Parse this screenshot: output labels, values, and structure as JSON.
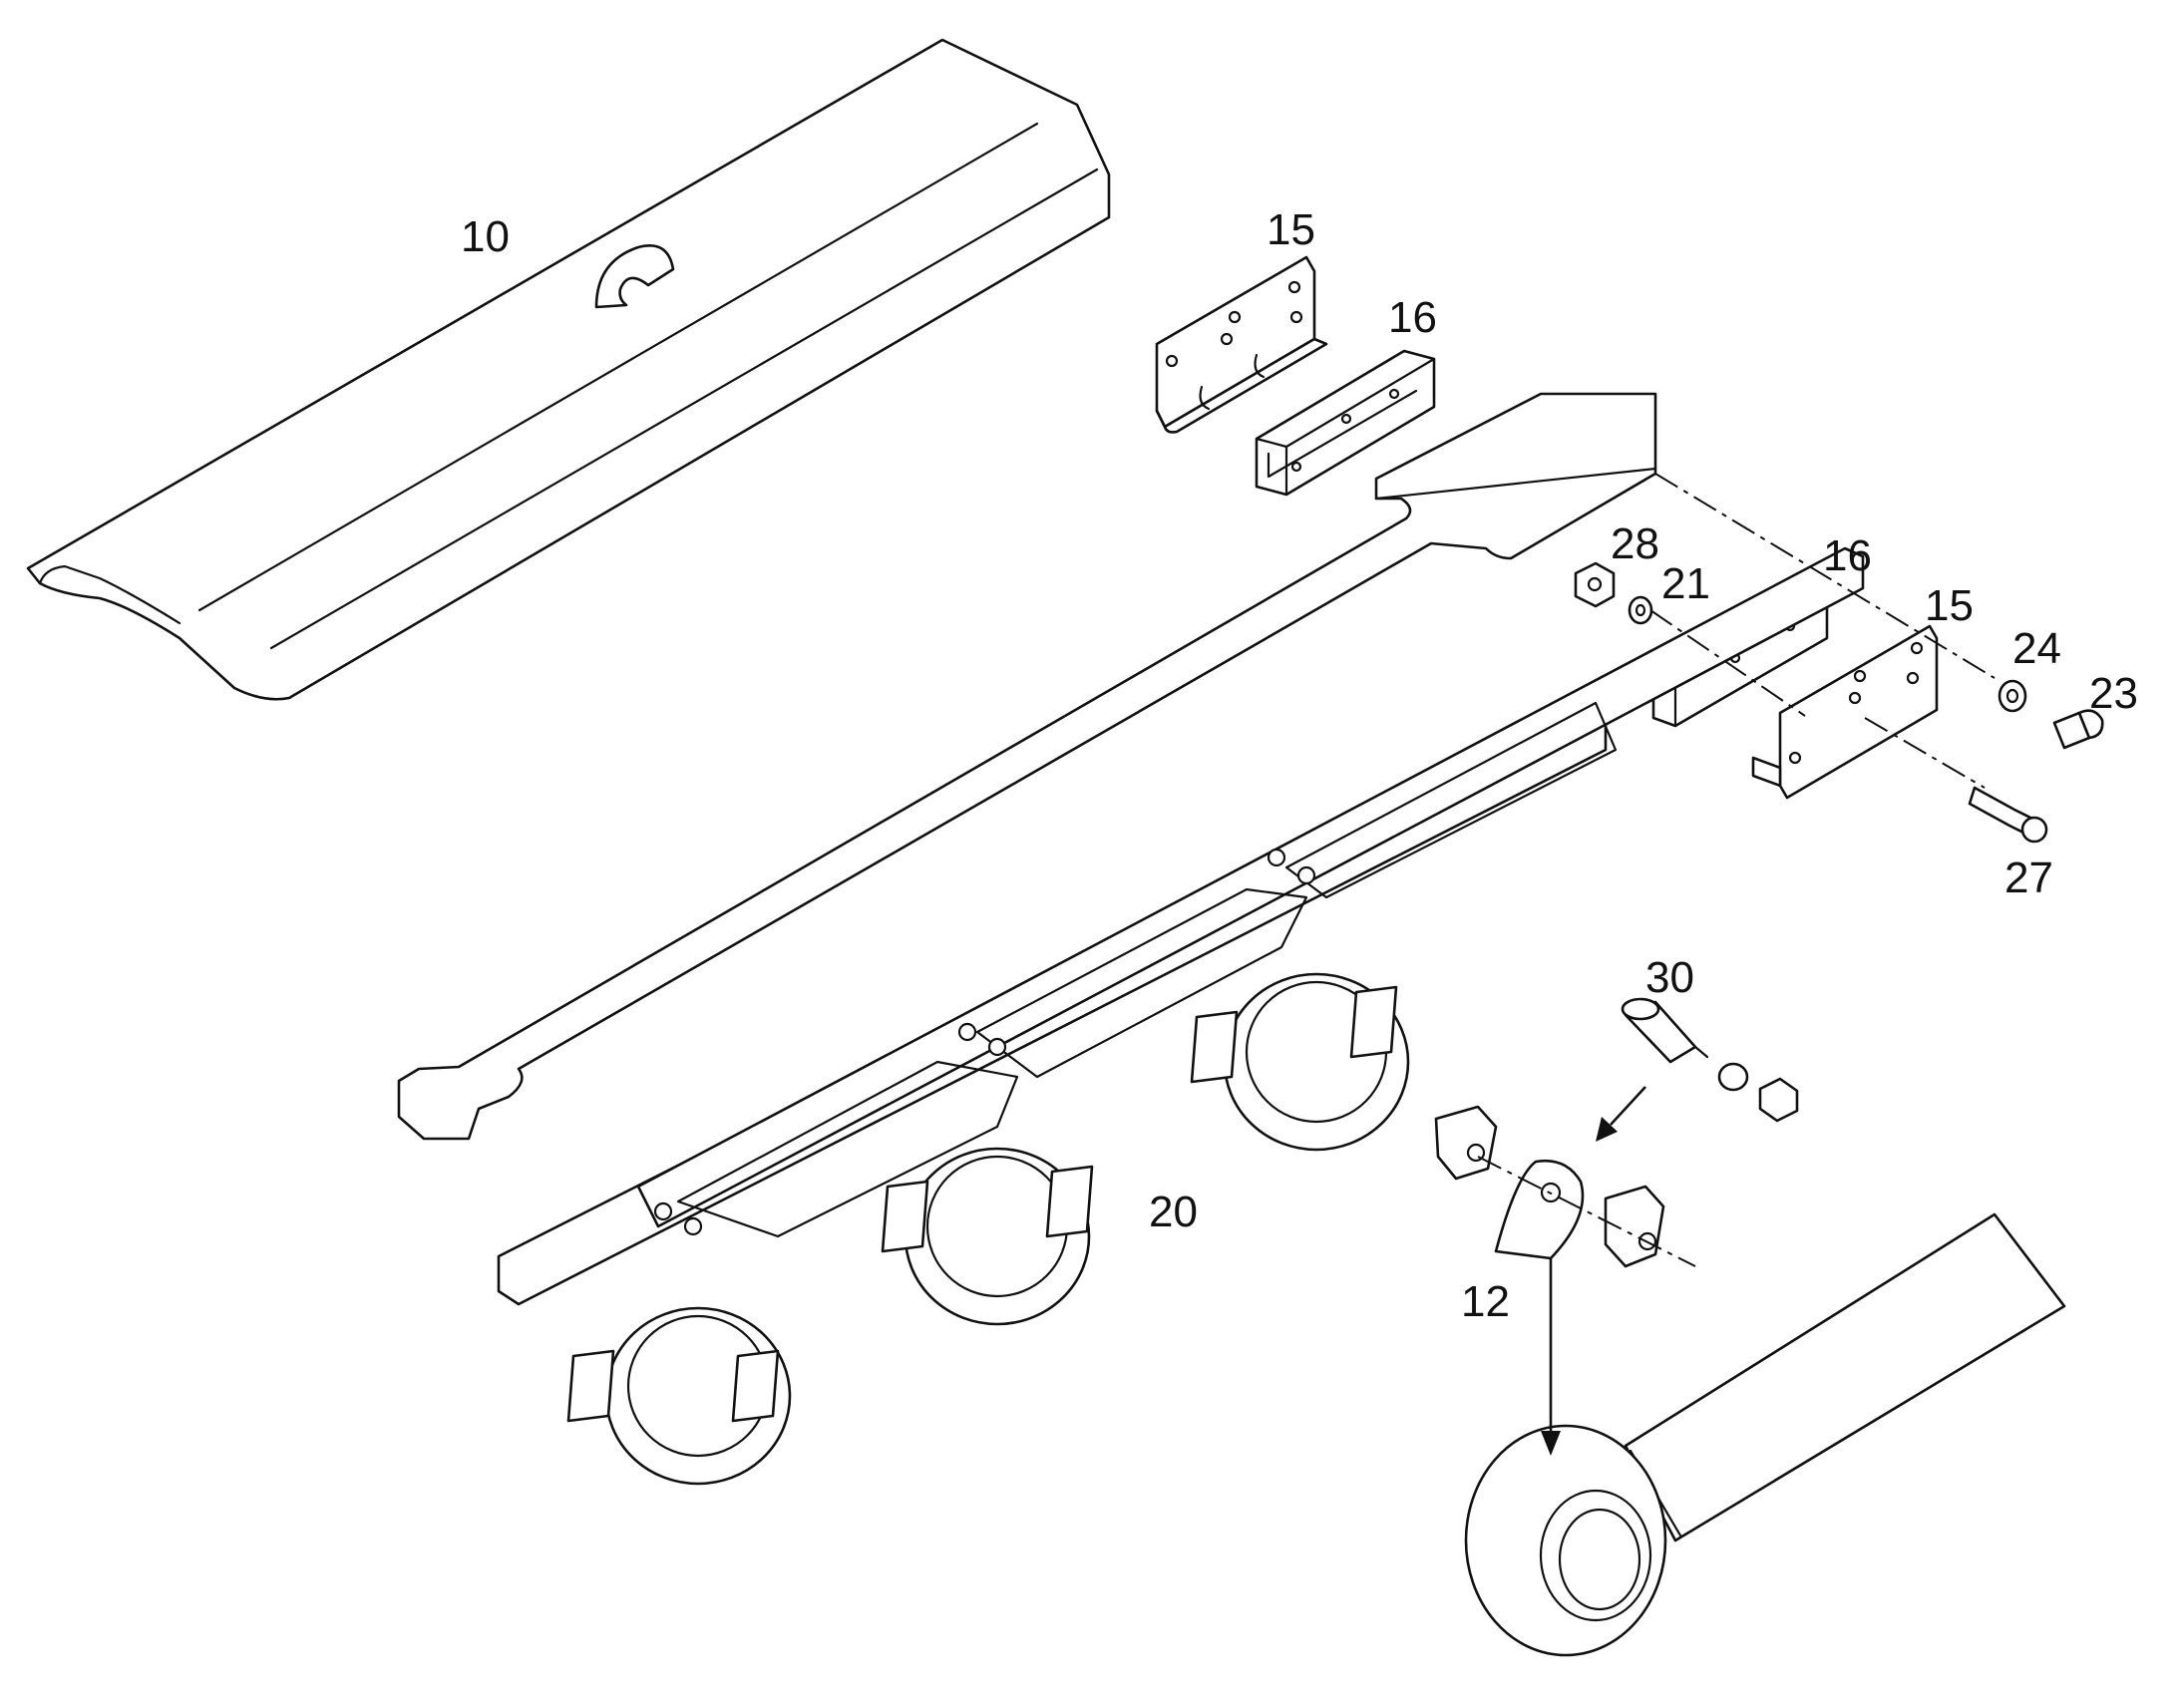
{
  "callouts": {
    "p10": "10",
    "p15a": "15",
    "p16a": "16",
    "p28": "28",
    "p21": "21",
    "p16b": "16",
    "p15b": "15",
    "p24": "24",
    "p23": "23",
    "p27": "27",
    "p30": "30",
    "p20": "20",
    "p12": "12"
  },
  "colors": {
    "line": "#111111",
    "background": "#ffffff"
  }
}
